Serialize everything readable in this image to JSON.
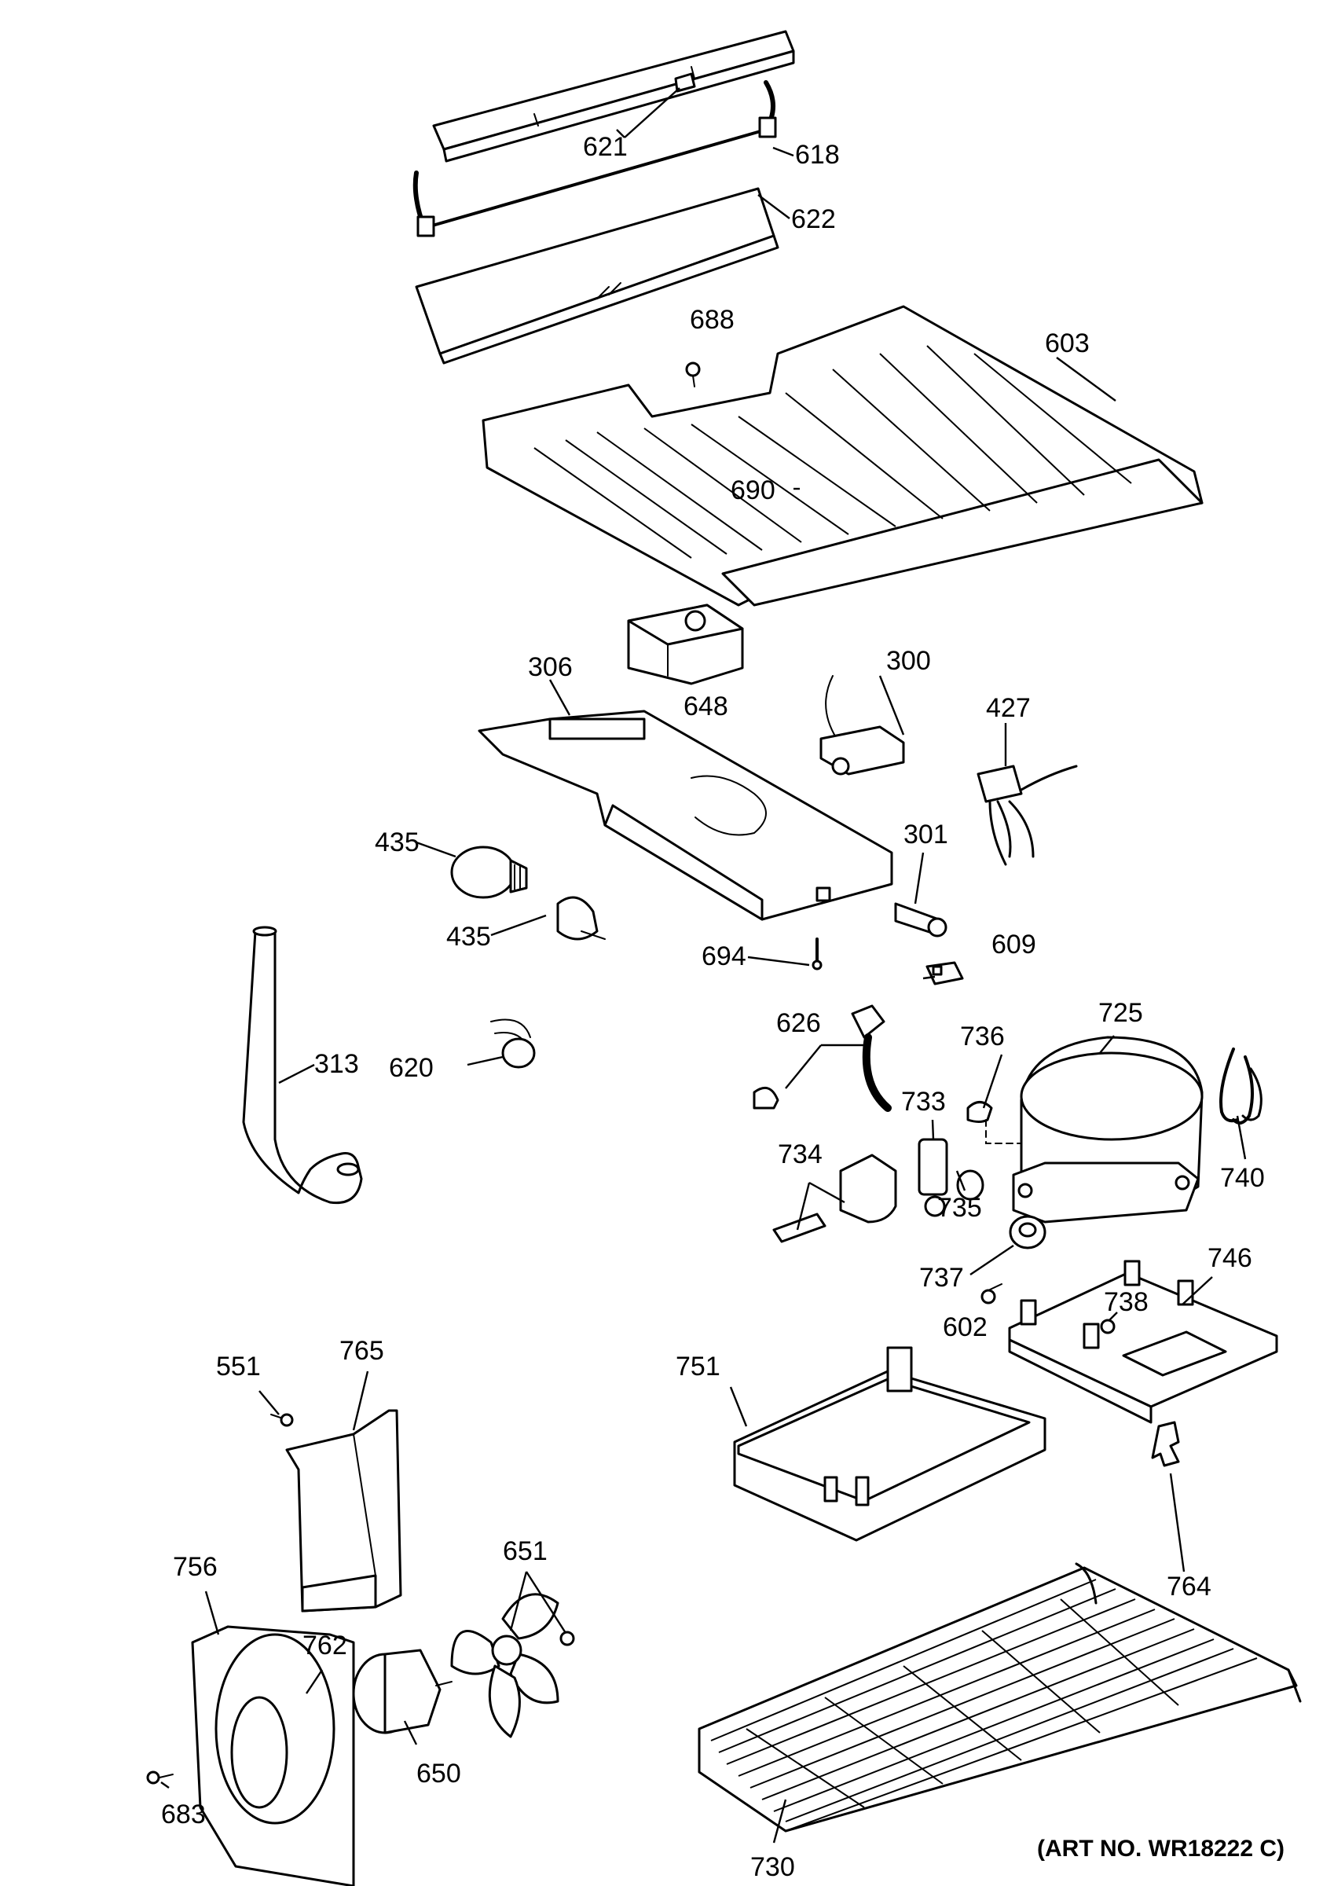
{
  "art_number": "(ART NO. WR18222 C)",
  "callouts": [
    {
      "id": "621",
      "text": "621"
    },
    {
      "id": "618",
      "text": "618"
    },
    {
      "id": "622",
      "text": "622"
    },
    {
      "id": "688",
      "text": "688"
    },
    {
      "id": "603",
      "text": "603"
    },
    {
      "id": "690",
      "text": "690"
    },
    {
      "id": "306",
      "text": "306"
    },
    {
      "id": "648",
      "text": "648"
    },
    {
      "id": "300",
      "text": "300"
    },
    {
      "id": "427",
      "text": "427"
    },
    {
      "id": "435a",
      "text": "435"
    },
    {
      "id": "435b",
      "text": "435"
    },
    {
      "id": "301",
      "text": "301"
    },
    {
      "id": "694",
      "text": "694"
    },
    {
      "id": "609",
      "text": "609"
    },
    {
      "id": "313",
      "text": "313"
    },
    {
      "id": "620",
      "text": "620"
    },
    {
      "id": "626",
      "text": "626"
    },
    {
      "id": "725",
      "text": "725"
    },
    {
      "id": "736",
      "text": "736"
    },
    {
      "id": "733",
      "text": "733"
    },
    {
      "id": "740",
      "text": "740"
    },
    {
      "id": "734",
      "text": "734"
    },
    {
      "id": "735",
      "text": "735"
    },
    {
      "id": "737",
      "text": "737"
    },
    {
      "id": "746",
      "text": "746"
    },
    {
      "id": "738",
      "text": "738"
    },
    {
      "id": "602",
      "text": "602"
    },
    {
      "id": "551",
      "text": "551"
    },
    {
      "id": "765",
      "text": "765"
    },
    {
      "id": "751",
      "text": "751"
    },
    {
      "id": "651",
      "text": "651"
    },
    {
      "id": "756",
      "text": "756"
    },
    {
      "id": "762",
      "text": "762"
    },
    {
      "id": "764",
      "text": "764"
    },
    {
      "id": "650",
      "text": "650"
    },
    {
      "id": "683",
      "text": "683"
    },
    {
      "id": "730",
      "text": "730"
    }
  ]
}
